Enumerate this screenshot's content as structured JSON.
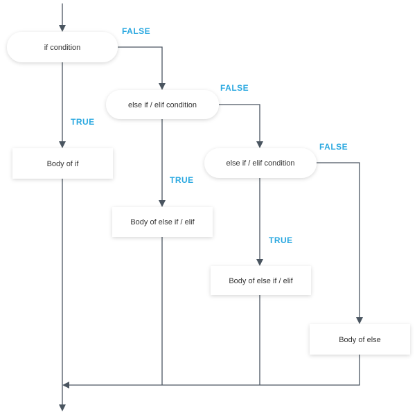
{
  "colors": {
    "line": "#4a5560",
    "label": "#2aa8e0",
    "node_fill": "#ffffff",
    "node_text": "#333333",
    "shadow": "#000000"
  },
  "nodes": {
    "if_condition": "if condition",
    "elif_condition_1": "else if / elif condition",
    "elif_condition_2": "else if / elif condition",
    "body_if": "Body of if",
    "body_elif_1": "Body of else if / elif",
    "body_elif_2": "Body of else if / elif",
    "body_else": "Body of else"
  },
  "edge_labels": {
    "false_1": "FALSE",
    "false_2": "FALSE",
    "false_3": "FALSE",
    "true_1": "TRUE",
    "true_2": "TRUE",
    "true_3": "TRUE"
  }
}
